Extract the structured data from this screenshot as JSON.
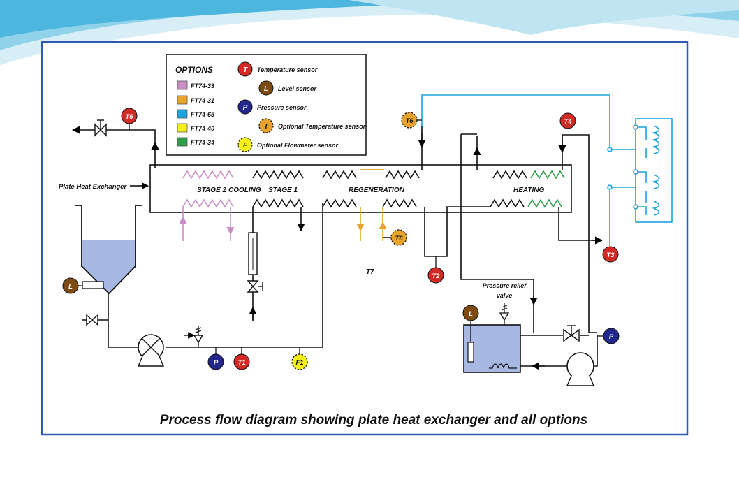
{
  "legend": {
    "options_title": "OPTIONS",
    "options": [
      {
        "label": "FT74-33",
        "color": "#c98fc4"
      },
      {
        "label": "FT74-31",
        "color": "#e8a32a"
      },
      {
        "label": "FT74-65",
        "color": "#1ba4dc"
      },
      {
        "label": "FT74-40",
        "color": "#f5ef1a"
      },
      {
        "label": "FT74-34",
        "color": "#2f9e4a"
      }
    ],
    "symbols": [
      {
        "letter": "T",
        "label": "Temperature sensor"
      },
      {
        "letter": "L",
        "label": "Level sensor"
      },
      {
        "letter": "P",
        "label": "Pressure sensor"
      },
      {
        "letter": "T",
        "label": "Optional Temperature sensor"
      },
      {
        "letter": "F",
        "label": "Optional Flowmeter sensor"
      }
    ]
  },
  "sections": {
    "stage2": "STAGE 2",
    "cooling": "COOLING",
    "stage1": "STAGE 1",
    "regeneration": "REGENERATION",
    "heating": "HEATING"
  },
  "labels": {
    "phe": "Plate Heat Exchanger",
    "relief_line1": "Pressure relief",
    "relief_line2": "valve",
    "t7": "T7",
    "caption": "Process flow diagram showing plate heat exchanger and all options"
  },
  "sensors": {
    "t5": "T5",
    "t6_top": "T6",
    "t4": "T4",
    "t6_low": "T6",
    "t2": "T2",
    "t3": "T3",
    "l_tank": "L",
    "l_hot": "L",
    "p_pump": "P",
    "t1": "T1",
    "f1": "F1",
    "p_right": "P"
  },
  "colors": {
    "frame": "#2d5bb0",
    "temp": "#d42a25",
    "level": "#7d4b12",
    "pressure": "#23268c",
    "opt_temp": "#e8a32a",
    "flow": "#f5ef1a",
    "liquid": "#a7b9e2",
    "stage2": "#c98fc4",
    "regen_opt": "#e8a32a",
    "heating_opt": "#2f9e4a",
    "electrical": "#1ba4dc"
  }
}
